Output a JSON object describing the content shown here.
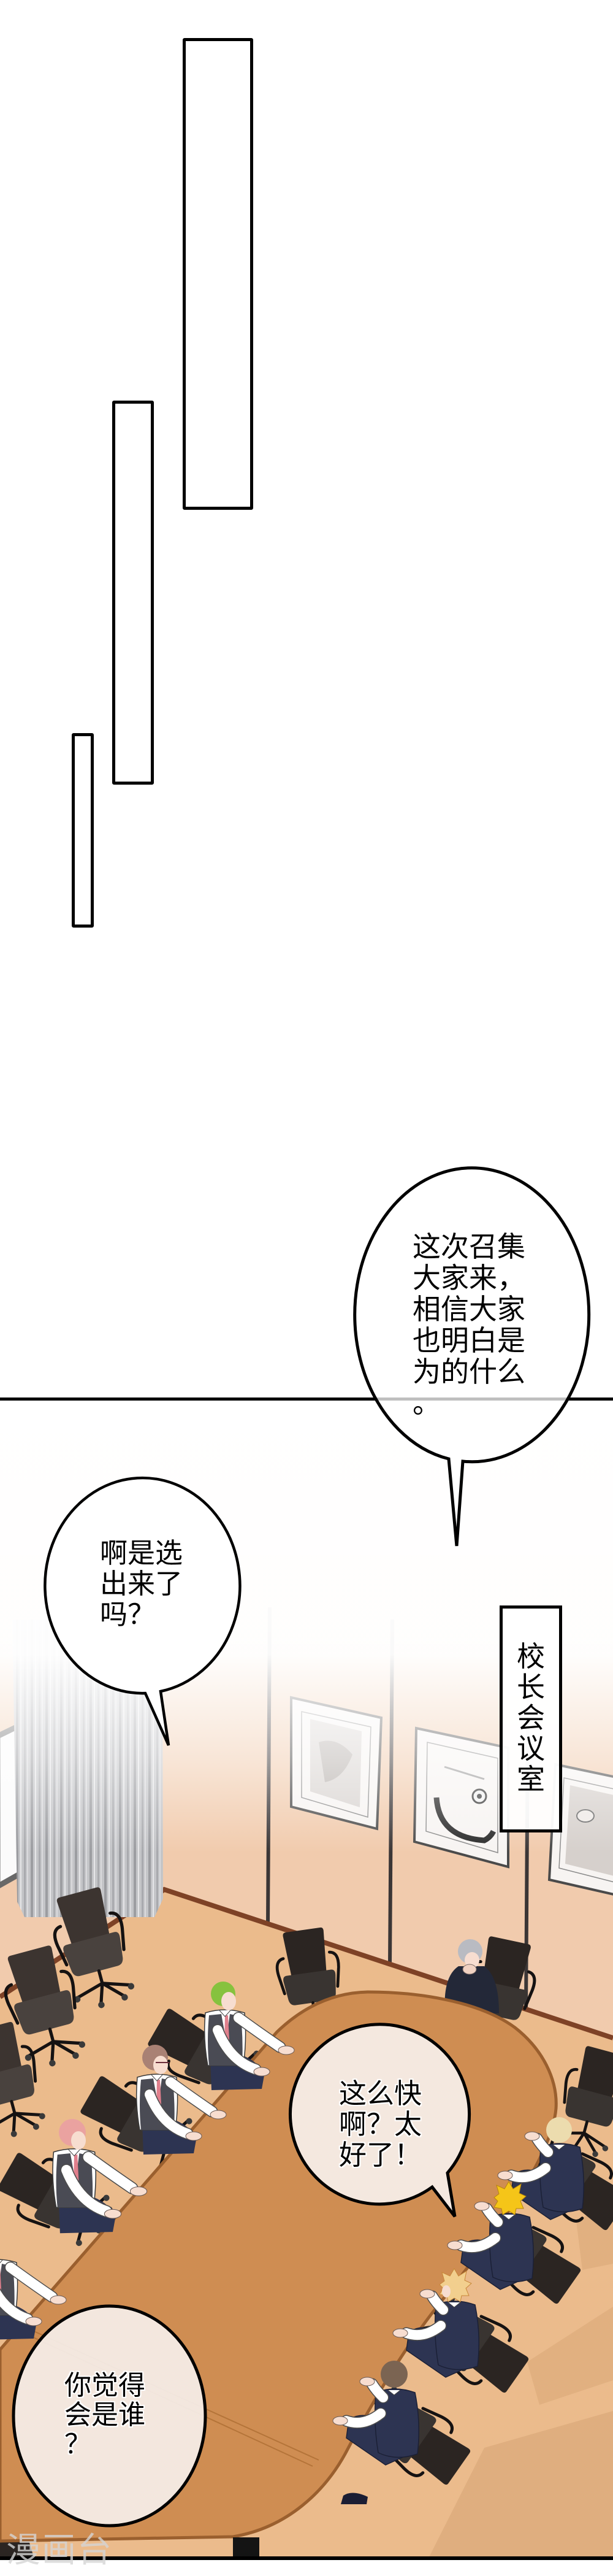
{
  "top_section": {
    "frame_boxes": [
      {
        "text": ""
      },
      {
        "text": ""
      },
      {
        "text": ""
      }
    ]
  },
  "panel": {
    "caption": {
      "text": "校长会议室",
      "chars": [
        "校",
        "长",
        "会",
        "议",
        "室"
      ]
    },
    "speech_bubbles": [
      {
        "text": "这次召集大家来，相信大家也明白是为的什么。",
        "lines": [
          "这次召集",
          "大家来，",
          "相信大家",
          "也明白是",
          "为的什么",
          "。"
        ]
      },
      {
        "text": "啊是选出来了吗？",
        "lines": [
          "啊是选",
          "出来了",
          "吗？"
        ]
      },
      {
        "text": "这么快啊？太好了！",
        "lines": [
          "这么快",
          "啊？太",
          "好了！"
        ]
      },
      {
        "text": "你觉得会是谁？",
        "lines": [
          "你觉得",
          "会是谁",
          "？"
        ]
      }
    ]
  },
  "watermark": {
    "text": "漫画台"
  },
  "scene": {
    "palette": {
      "wall": "#f1cbad",
      "floor": "#ebbb8c",
      "floor_shadow": "#c99766",
      "baseboard": "#7e4226",
      "panel_line": "#3b3636",
      "table": "#cf8d52",
      "table_edge": "#9a5f2e",
      "chair": "#2b2522",
      "chair_empty": "#3c3430",
      "suit": "#2d3452",
      "vest": "#4a4b54",
      "skin": "#f7ddd0",
      "tie": "#e07f8c",
      "frame": "#4a4a4a",
      "bubble_stroke": "#000000",
      "bubble_fill_light": "#ffffff",
      "bubble_fill_tinted": "#f6efea"
    },
    "characters": [
      {
        "side": "left",
        "hair_color": "#86c23e"
      },
      {
        "side": "left",
        "hair_color": "#a98174"
      },
      {
        "side": "left",
        "hair_color": "#eaa2a0"
      },
      {
        "side": "head",
        "hair_color": "#b9bbc2"
      },
      {
        "side": "right",
        "hair_color": "#ecdcae"
      },
      {
        "side": "right",
        "hair_color": "#f5c518"
      },
      {
        "side": "right",
        "hair_color": "#f2cf8e"
      },
      {
        "side": "right",
        "hair_color": "#7b6452"
      }
    ]
  }
}
